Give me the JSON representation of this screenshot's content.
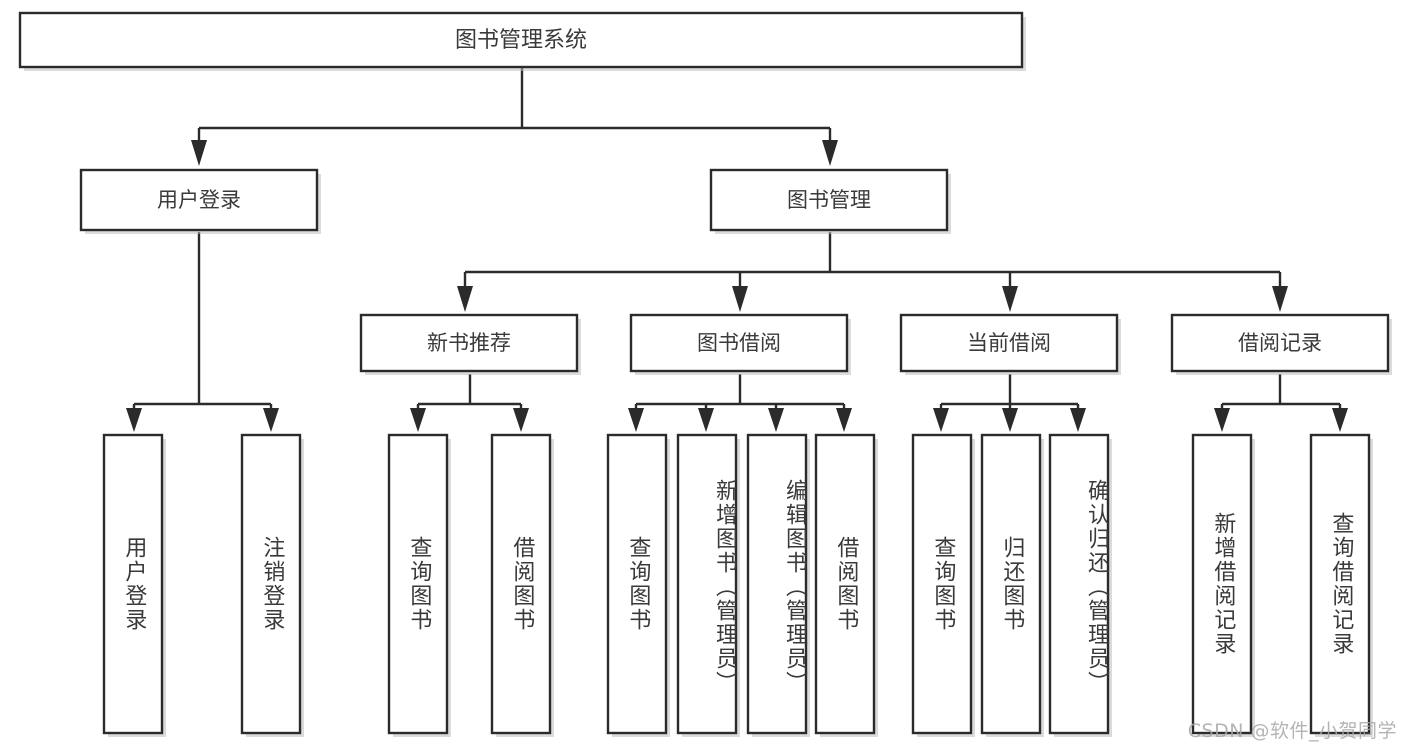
{
  "diagram": {
    "title": "图书管理系统",
    "type": "tree-hierarchy",
    "orientation": "top-down",
    "root": {
      "label": "图书管理系统"
    },
    "level2": [
      {
        "label": "用户登录"
      },
      {
        "label": "图书管理"
      }
    ],
    "level3": [
      {
        "label": "新书推荐"
      },
      {
        "label": "图书借阅"
      },
      {
        "label": "当前借阅"
      },
      {
        "label": "借阅记录"
      }
    ],
    "leaves": {
      "user_login": [
        {
          "label": "用户登录"
        },
        {
          "label": "注销登录"
        }
      ],
      "new_book_recommend": [
        {
          "label": "查询图书"
        },
        {
          "label": "借阅图书"
        }
      ],
      "book_borrow": [
        {
          "label": "查询图书"
        },
        {
          "label": "新增图书（管理员）"
        },
        {
          "label": "编辑图书（管理员）"
        },
        {
          "label": "借阅图书"
        }
      ],
      "current_borrow": [
        {
          "label": "查询图书"
        },
        {
          "label": "归还图书"
        },
        {
          "label": "确认归还（管理员）"
        }
      ],
      "borrow_record": [
        {
          "label": "新增借阅记录"
        },
        {
          "label": "查询借阅记录"
        }
      ]
    }
  },
  "watermark": {
    "text": "CSDN @软件_小贺同学"
  },
  "colors": {
    "box_stroke": "#2b2b2b",
    "box_fill": "#ffffff",
    "text": "#3a3a3a",
    "background": "#ffffff",
    "watermark": "#a8a8a8"
  }
}
